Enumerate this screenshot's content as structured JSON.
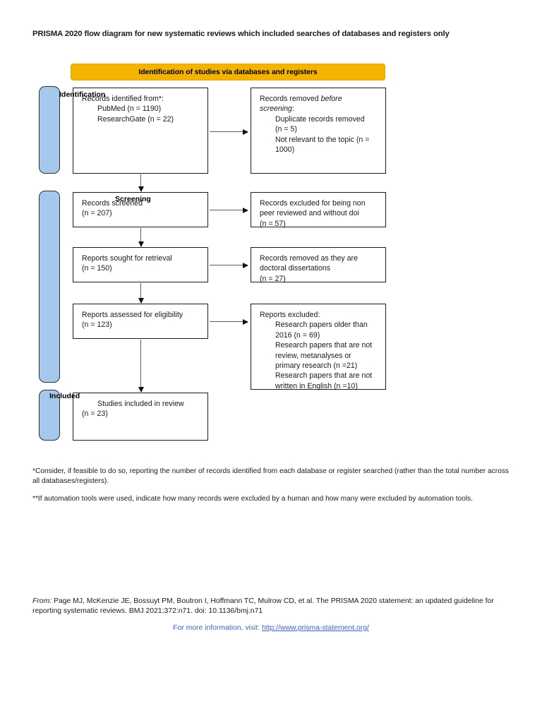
{
  "document": {
    "title": "PRISMA 2020 flow diagram for new systematic reviews which included searches of databases and registers only"
  },
  "banner": {
    "label": "Identification of studies via databases and registers",
    "color": "#f3b300"
  },
  "stages": {
    "identification": {
      "label": "Identification",
      "bar_color": "#a6c8ec"
    },
    "screening": {
      "label": "Screening",
      "bar_color": "#a6c8ec"
    },
    "included": {
      "label": "Included",
      "bar_color": "#a6c8ec"
    }
  },
  "boxes": {
    "identified": {
      "line1": "Records identified from*:",
      "line2": "PubMed (n = 1190)",
      "line3": "ResearchGate (n = 22)"
    },
    "removed_before_screening": {
      "line1": "Records removed ",
      "line1_italic": "before",
      "line2_italic": "screening",
      "line2_tail": ":",
      "line3": "Duplicate records removed",
      "line4": "(n = 5)",
      "line5": "Not relevant to the topic (n =",
      "line6": "1000)"
    },
    "screened": {
      "line1": "Records screened",
      "line2": "(n = 207)"
    },
    "excluded_nonpeer": {
      "line1": "Records excluded for being non",
      "line2": "peer reviewed and without doi",
      "line3": "(n = 57)"
    },
    "sought": {
      "line1": "Reports sought for retrieval",
      "line2": "(n = 150)"
    },
    "removed_doctoral": {
      "line1": "Records removed as they are",
      "line2": "doctoral dissertations",
      "line3": "(n = 27)"
    },
    "assessed": {
      "line1": "Reports assessed for eligibility",
      "line2": "(n = 123)"
    },
    "reports_excluded": {
      "line1": "Reports excluded:",
      "line2": "Research papers older than",
      "line3": "2016 (n = 69)",
      "line4": "Research papers that are not",
      "line5": "review, metanalyses or",
      "line6": "primary research (n =21)",
      "line7": "Research papers that are not",
      "line8": "written in English (n =10)"
    },
    "included": {
      "line1": "Studies included in review",
      "line2": "(n = 23)"
    }
  },
  "footnotes": {
    "one": "*Consider, if feasible to do so, reporting the number of records identified from each database or register searched (rather than the total number across all databases/registers).",
    "two": "**If automation tools were used, indicate how many records were excluded by a human and how many were excluded by automation tools."
  },
  "citation": {
    "from_label": "From:",
    "text": "  Page MJ, McKenzie JE, Bossuyt PM, Boutron I, Hoffmann TC, Mulrow CD, et al. The PRISMA 2020 statement: an updated guideline for reporting systematic reviews. BMJ 2021;372:n71. doi: 10.1136/bmj.n71",
    "more_info_prefix": "For more information, visit: ",
    "url": "http://www.prisma-statement.org/",
    "link_color": "#3a63c8"
  }
}
